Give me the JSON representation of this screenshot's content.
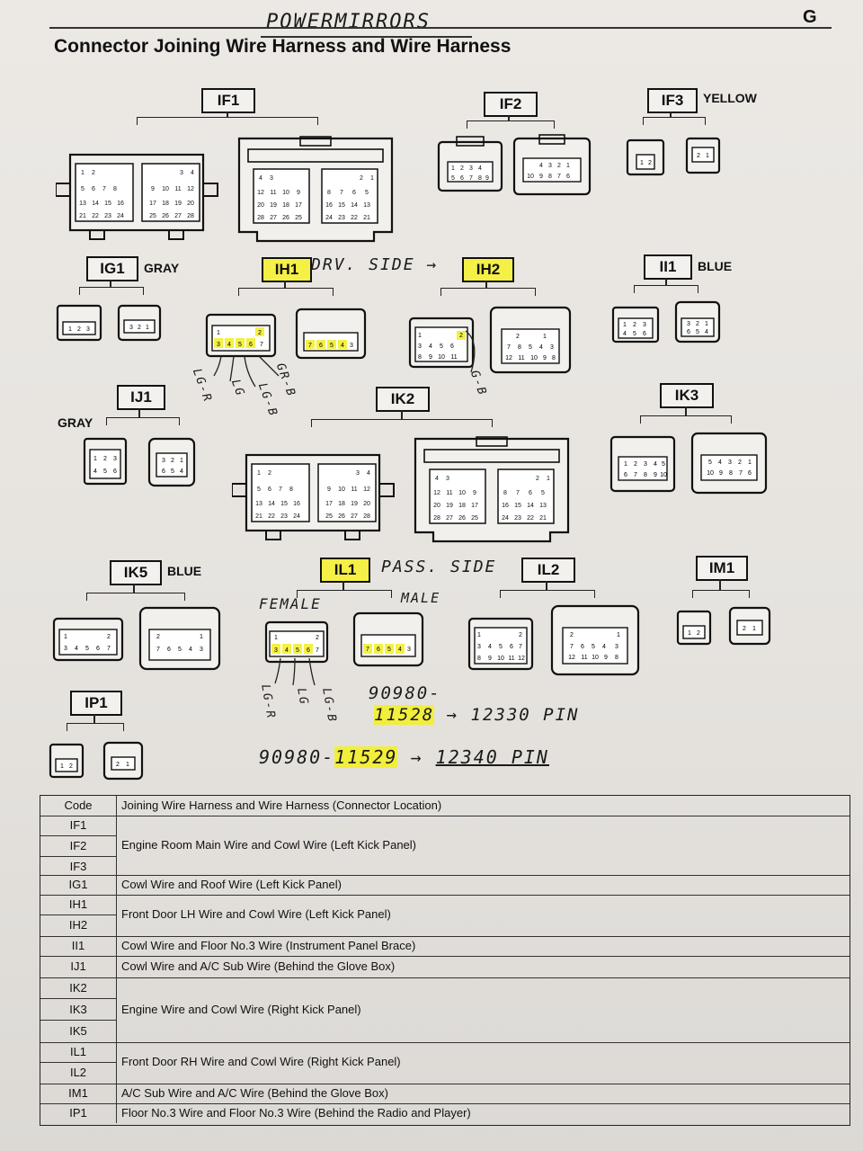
{
  "page": {
    "handwritten_header": "POWERMIRRORS",
    "page_letter": "G",
    "title": "Connector Joining Wire Harness and Wire Harness"
  },
  "connectors": [
    {
      "code": "IF1",
      "color": ""
    },
    {
      "code": "IF2",
      "color": ""
    },
    {
      "code": "IF3",
      "color": "YELLOW"
    },
    {
      "code": "IG1",
      "color": "GRAY"
    },
    {
      "code": "IH1",
      "color": "",
      "highlighted": true
    },
    {
      "code": "IH2",
      "color": "",
      "highlighted": true
    },
    {
      "code": "II1",
      "color": "BLUE"
    },
    {
      "code": "IJ1",
      "color": "GRAY"
    },
    {
      "code": "IK2",
      "color": ""
    },
    {
      "code": "IK3",
      "color": ""
    },
    {
      "code": "IK5",
      "color": "BLUE"
    },
    {
      "code": "IL1",
      "color": "",
      "highlighted": true
    },
    {
      "code": "IL2",
      "color": ""
    },
    {
      "code": "IM1",
      "color": ""
    },
    {
      "code": "IP1",
      "color": ""
    }
  ],
  "annotations": {
    "drv_side": "DRV. SIDE",
    "pass_side": "PASS. SIDE",
    "female": "FEMALE",
    "male": "MALE",
    "ih1_wires": [
      "LG-R",
      "LG",
      "LG-B",
      "GR-B"
    ],
    "ih2_wire": "G-B",
    "il1_wires": [
      "LG-R",
      "LG",
      "LG-B"
    ],
    "part1_line1": "90980-",
    "part1_line2": "11528",
    "part1_pin": "12330 PIN",
    "part2_prefix": "90980-",
    "part2_num": "11529",
    "part2_pin": "12340 PIN"
  },
  "table": {
    "header_code": "Code",
    "header_desc": "Joining Wire Harness and Wire Harness (Connector Location)",
    "rows": [
      {
        "codes": [
          "IF1",
          "IF2",
          "IF3"
        ],
        "desc": "Engine Room Main Wire and Cowl Wire (Left Kick Panel)"
      },
      {
        "codes": [
          "IG1"
        ],
        "desc": "Cowl Wire and Roof Wire (Left Kick Panel)"
      },
      {
        "codes": [
          "IH1",
          "IH2"
        ],
        "desc": "Front Door LH Wire and Cowl Wire (Left Kick Panel)"
      },
      {
        "codes": [
          "II1"
        ],
        "desc": "Cowl Wire and Floor No.3 Wire (Instrument Panel Brace)"
      },
      {
        "codes": [
          "IJ1"
        ],
        "desc": "Cowl Wire and A/C Sub Wire (Behind the Glove Box)"
      },
      {
        "codes": [
          "IK2",
          "IK3",
          "IK5"
        ],
        "desc": "Engine Wire and Cowl Wire (Right Kick Panel)"
      },
      {
        "codes": [
          "IL1",
          "IL2"
        ],
        "desc": "Front Door RH Wire and Cowl Wire (Right Kick Panel)"
      },
      {
        "codes": [
          "IM1"
        ],
        "desc": "A/C Sub Wire and A/C Wire (Behind the Glove Box)"
      },
      {
        "codes": [
          "IP1"
        ],
        "desc": "Floor No.3 Wire and Floor No.3 Wire (Behind the Radio and Player)"
      }
    ]
  },
  "pin_labels": {
    "p1": "1",
    "p2": "2",
    "p3": "3",
    "p4": "4",
    "p5": "5",
    "p6": "6",
    "p7": "7",
    "p8": "8",
    "p9": "9",
    "p10": "10",
    "p11": "11",
    "p12": "12"
  },
  "colors": {
    "highlight": "#f4f046",
    "ink": "#111111",
    "paper": "#ece9e5"
  }
}
